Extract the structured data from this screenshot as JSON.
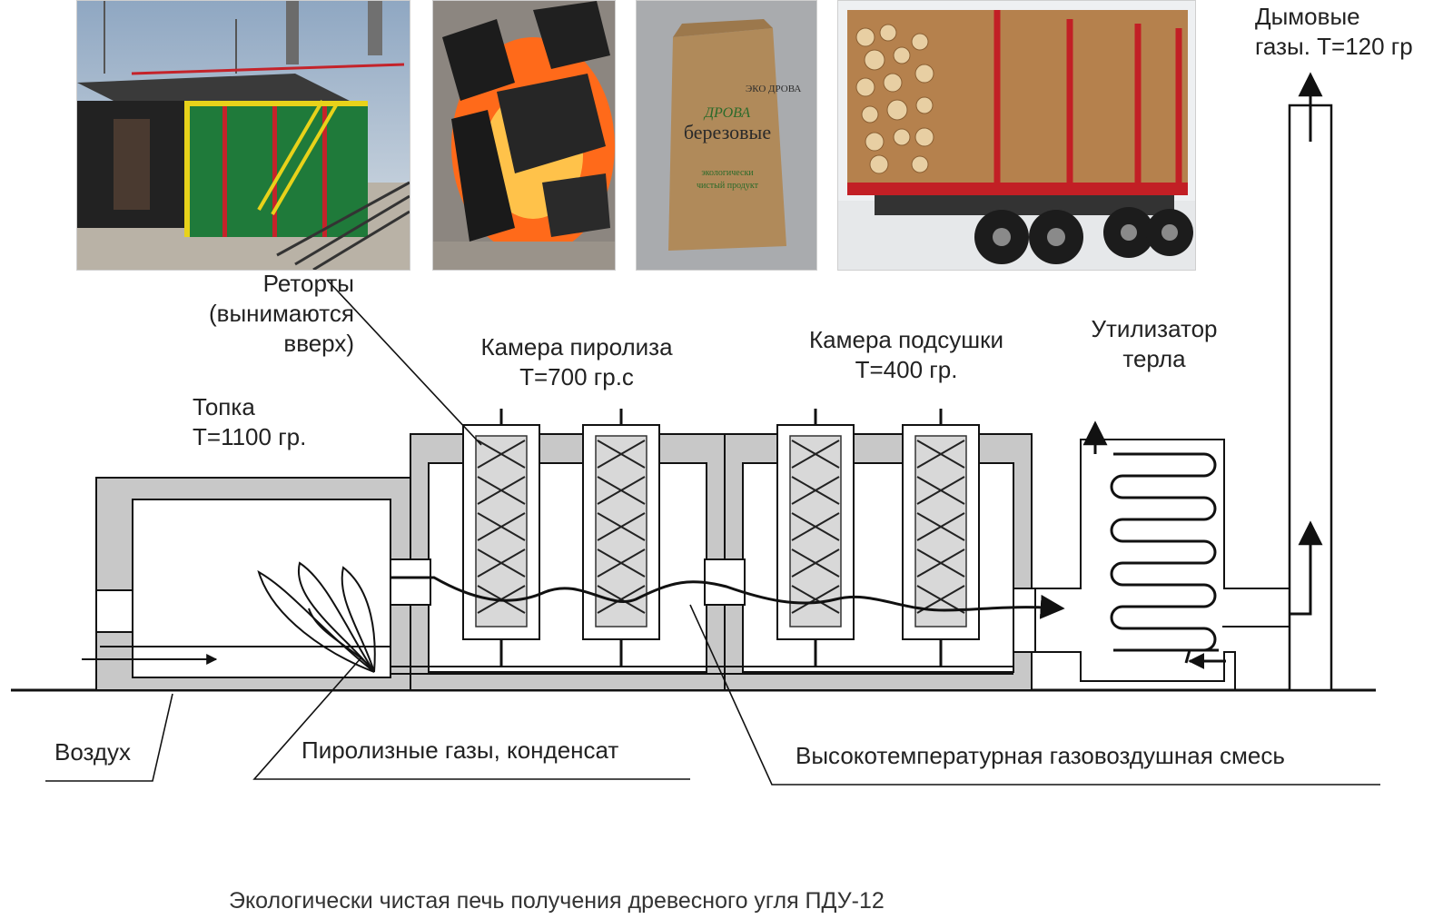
{
  "labels": {
    "retorts": [
      "Реторты",
      "(вынимаются",
      "вверх)"
    ],
    "pyrolysis_chamber": [
      "Камера пиролиза",
      "Т=700 гр.с"
    ],
    "drying_chamber": [
      "Камера подсушки",
      "Т=400 гр."
    ],
    "tar_recuperator": [
      "Утилизатор",
      "терла"
    ],
    "flue_gases": [
      "Дымовые",
      "газы. Т=120 гр"
    ],
    "furnace": [
      "Топка",
      "Т=1100 гр."
    ],
    "air": "Воздух",
    "pyrolysis_gases": "Пиролизные газы, конденсат",
    "hot_mixture": "Высокотемпературная газовоздушная смесь"
  },
  "caption": "Экологически чистая печь получения древесного угля ПДУ-12",
  "photos": {
    "kiln": {
      "label": "kiln-photo"
    },
    "charcoal": {
      "label": "burning-charcoal-photo"
    },
    "bag": {
      "brand": "ЭКО ДРОВА",
      "title_1": "ДРОВА",
      "title_2": "березовые",
      "line_1": "экологически",
      "line_2": "чистый продукт"
    },
    "truck": {
      "label": "timber-truck-photo"
    }
  },
  "colors": {
    "wall_gray": "#c8c8c8",
    "line": "#111111",
    "kiln_green": "#1f7a3a",
    "kiln_yellow": "#e8d21a",
    "kiln_red": "#c4232a",
    "fire_orange": "#ff6a1a",
    "bag_kraft": "#b08a5a",
    "log_brown": "#b5814d",
    "truck_red": "#c21f25"
  }
}
